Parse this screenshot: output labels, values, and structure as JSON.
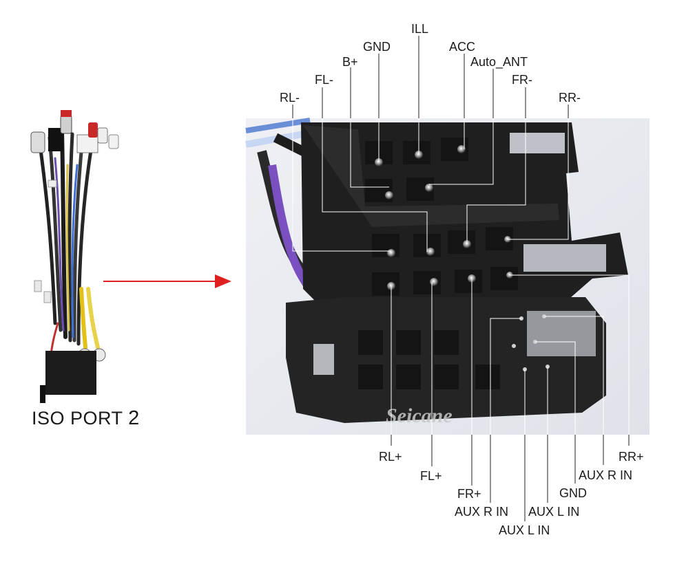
{
  "caption": {
    "text": "ISO PORT",
    "number": "2"
  },
  "watermark": "Seicane",
  "arrow_color": "#e02020",
  "top_labels": {
    "ill": "ILL",
    "gnd": "GND",
    "acc": "ACC",
    "b_plus": "B+",
    "auto_ant": "Auto_ANT",
    "fl_minus": "FL-",
    "fr_minus": "FR-",
    "rl_minus": "RL-",
    "rr_minus": "RR-"
  },
  "bottom_labels": {
    "rl_plus": "RL+",
    "fl_plus": "FL+",
    "fr_plus": "FR+",
    "aux_r_in_1": "AUX R IN",
    "aux_l_in_1": "AUX L IN",
    "aux_l_in_2": "AUX L IN",
    "gnd": "GND",
    "aux_r_in_2": "AUX R IN",
    "rr_plus": "RR+"
  }
}
